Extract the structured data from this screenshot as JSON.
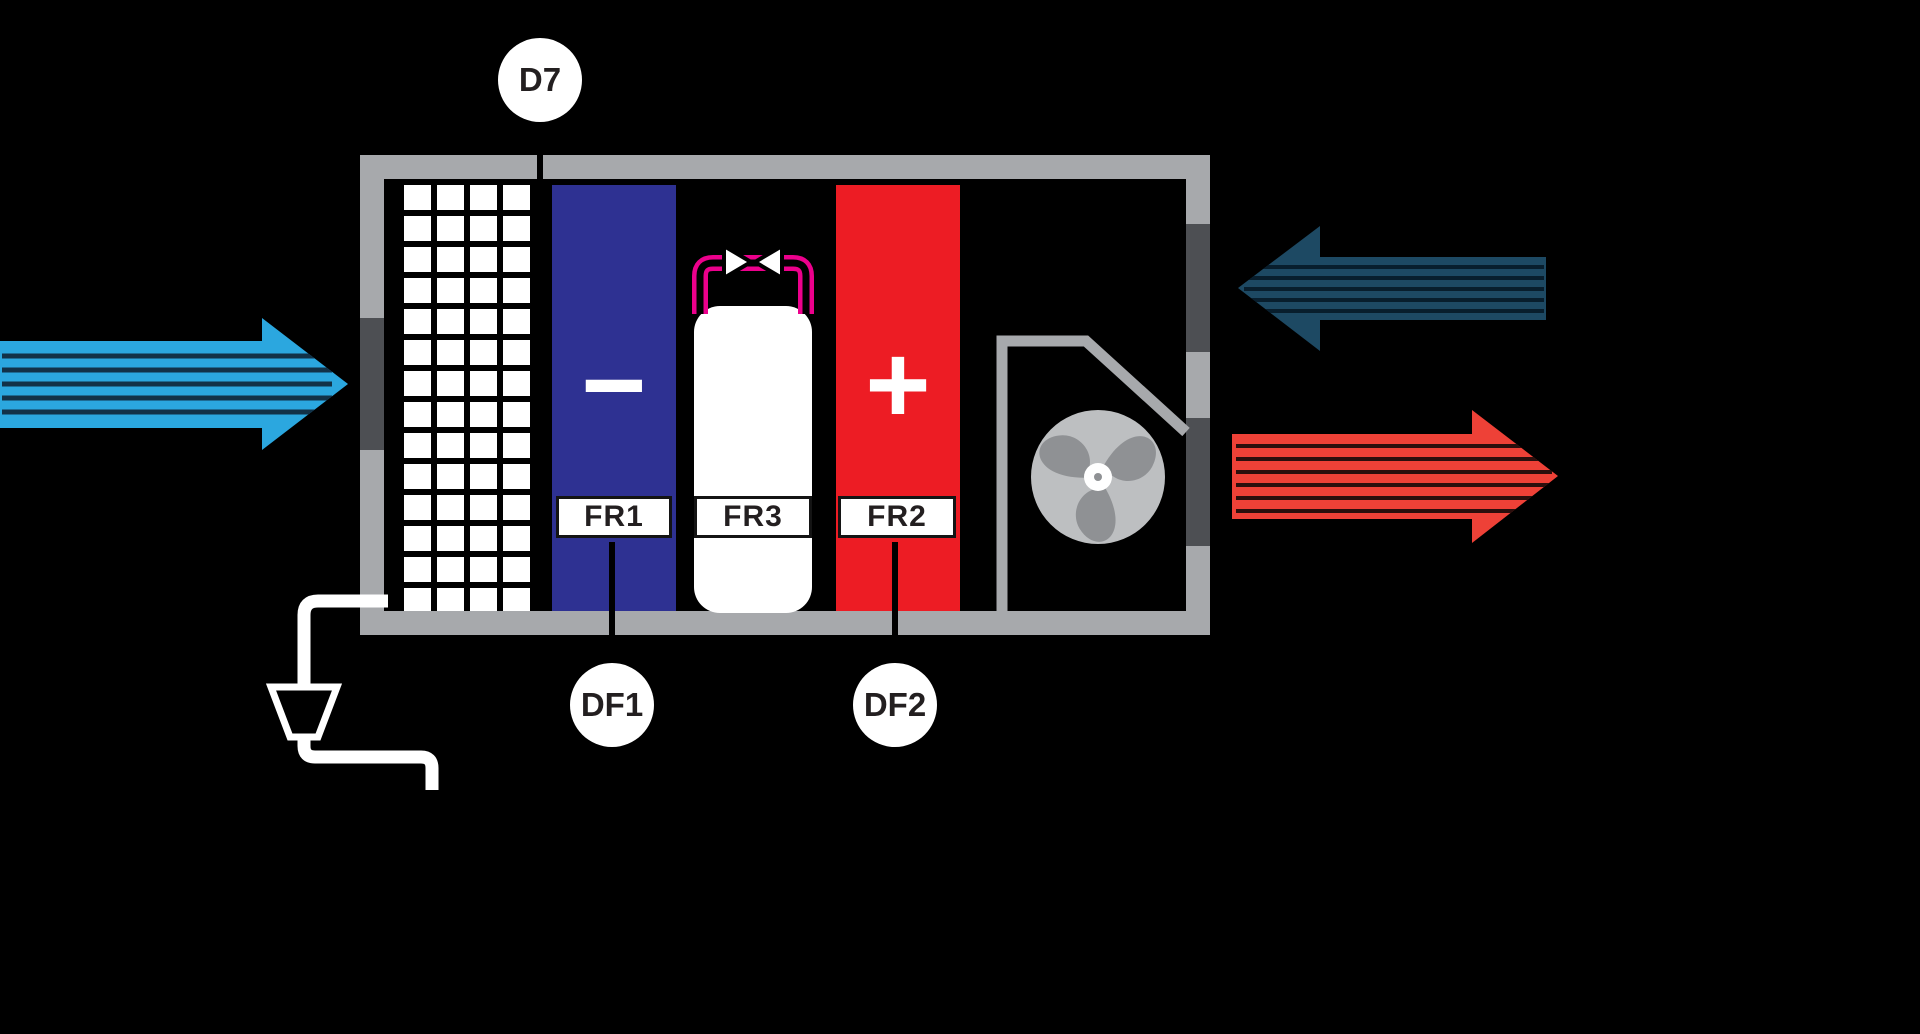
{
  "diagram": {
    "name": "air-handling-dehumidifier-unit-diagram",
    "callouts": {
      "d7": "D7",
      "df1": "DF1",
      "df2": "DF2"
    },
    "component_labels": {
      "fr1": "FR1",
      "fr3": "FR3",
      "fr2": "FR2"
    },
    "symbols": {
      "cooling": "−",
      "heating": "+"
    },
    "colors": {
      "background": "#000000",
      "housing": "#A7A9AC",
      "vent": "#4D4F53",
      "cooling_coil": "#2E3192",
      "heating_coil": "#ED1C24",
      "tank": "#FFFFFF",
      "refrigerant_pipe": "#EC008C",
      "inlet_arrow": "#2BA7DF",
      "inlet_arrow_stripe": "#123248",
      "return_arrow": "#1D4963",
      "return_arrow_stripe": "#081E2D",
      "outlet_arrow": "#EE4137",
      "outlet_arrow_stripe": "#2B0F0D",
      "fan_disc": "#BDBFC1",
      "fan_blade": "#8F9194",
      "label_text": "#231F20"
    },
    "icons": {
      "fan": "fan-icon",
      "valve": "refrigerant-valve-icon",
      "drain": "condensate-drain-icon",
      "inlet": "inlet-air-arrow",
      "return": "return-air-arrow",
      "outlet": "supply-air-arrow"
    }
  }
}
